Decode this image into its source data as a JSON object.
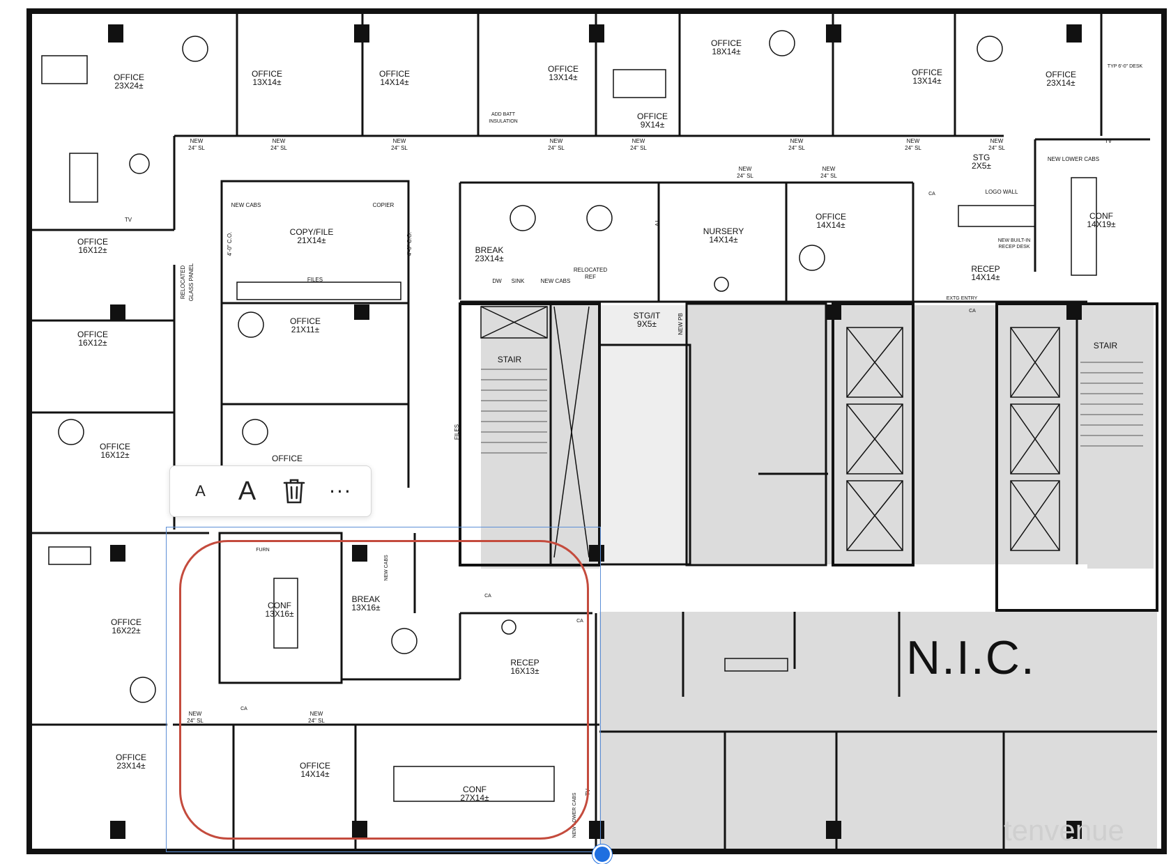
{
  "floorplan": {
    "rooms": [
      {
        "id": "r1",
        "name": "OFFICE",
        "size": "23X24±"
      },
      {
        "id": "r2",
        "name": "OFFICE",
        "size": "13X14±"
      },
      {
        "id": "r3",
        "name": "OFFICE",
        "size": "14X14±"
      },
      {
        "id": "r4",
        "name": "OFFICE",
        "size": "13X14±"
      },
      {
        "id": "r5",
        "name": "OFFICE",
        "size": "9X14±"
      },
      {
        "id": "r6",
        "name": "OFFICE",
        "size": "18X14±"
      },
      {
        "id": "r7",
        "name": "OFFICE",
        "size": "13X14±"
      },
      {
        "id": "r8",
        "name": "OFFICE",
        "size": "23X14±"
      },
      {
        "id": "r9",
        "name": "OFFICE",
        "size": "16X12±"
      },
      {
        "id": "r10",
        "name": "OFFICE",
        "size": "16X12±"
      },
      {
        "id": "r11",
        "name": "OFFICE",
        "size": "16X12±"
      },
      {
        "id": "r12",
        "name": "COPY/FILE",
        "size": "21X14±"
      },
      {
        "id": "r13",
        "name": "OFFICE",
        "size": "21X11±"
      },
      {
        "id": "r14",
        "name": "OFFICE",
        "size": ""
      },
      {
        "id": "r15",
        "name": "BREAK",
        "size": "23X14±"
      },
      {
        "id": "r16",
        "name": "NURSERY",
        "size": "14X14±"
      },
      {
        "id": "r17",
        "name": "OFFICE",
        "size": "14X14±"
      },
      {
        "id": "r18",
        "name": "CONF",
        "size": "14X19±"
      },
      {
        "id": "r19",
        "name": "RECEP",
        "size": "14X14±"
      },
      {
        "id": "r20",
        "name": "STG",
        "size": "2X5±"
      },
      {
        "id": "r21",
        "name": "STG/IT",
        "size": "9X5±"
      },
      {
        "id": "r22",
        "name": "OFFICE",
        "size": "16X22±"
      },
      {
        "id": "r23",
        "name": "CONF",
        "size": "13X16±"
      },
      {
        "id": "r24",
        "name": "BREAK",
        "size": "13X16±"
      },
      {
        "id": "r25",
        "name": "RECEP",
        "size": "16X13±"
      },
      {
        "id": "r26",
        "name": "OFFICE",
        "size": "23X14±"
      },
      {
        "id": "r27",
        "name": "OFFICE",
        "size": "14X14±"
      },
      {
        "id": "r28",
        "name": "CONF",
        "size": "27X14±"
      }
    ],
    "stairs": [
      "STAIR",
      "STAIR"
    ],
    "nic": "N.I.C.",
    "notes": {
      "new_sl": "NEW",
      "sl_24": "24\" SL",
      "add_batt": "ADD BATT",
      "insulation": "INSULATION",
      "typ_desk": "TYP 6'-0\" DESK",
      "tv": "TV",
      "new_cabs": "NEW CABS",
      "copier": "COPIER",
      "files": "FILES",
      "co": "4'-0\" C.O.",
      "relocated": "RELOCATED",
      "glass_panel": "GLASS PANEL",
      "dw": "DW",
      "sink": "SINK",
      "relocated_ref": "RELOCATED",
      "ref": "REF",
      "new_pb": "NEW PB",
      "logo_wall": "LOGO WALL",
      "new_lower_cabs": "NEW LOWER CABS",
      "built_in_1": "NEW BUILT-IN",
      "built_in_2": "RECEP DESK",
      "extg_entry": "EXTG ENTRY",
      "ca": "CA",
      "furn": "FURN",
      "new_cabs_v": "NEW CABS",
      "new_lower_cabs_v": "NEW LOWER CABS"
    }
  },
  "toolbar": {
    "small_a": "A",
    "large_a": "A",
    "delete_icon": "trash-icon",
    "more_icon": "more-icon",
    "more_label": "···"
  },
  "selection": {
    "color": "#5b8ed6",
    "handle_color": "#1f6fe0"
  },
  "markup": {
    "color": "#c44b3d"
  },
  "watermark": "tenvenue"
}
